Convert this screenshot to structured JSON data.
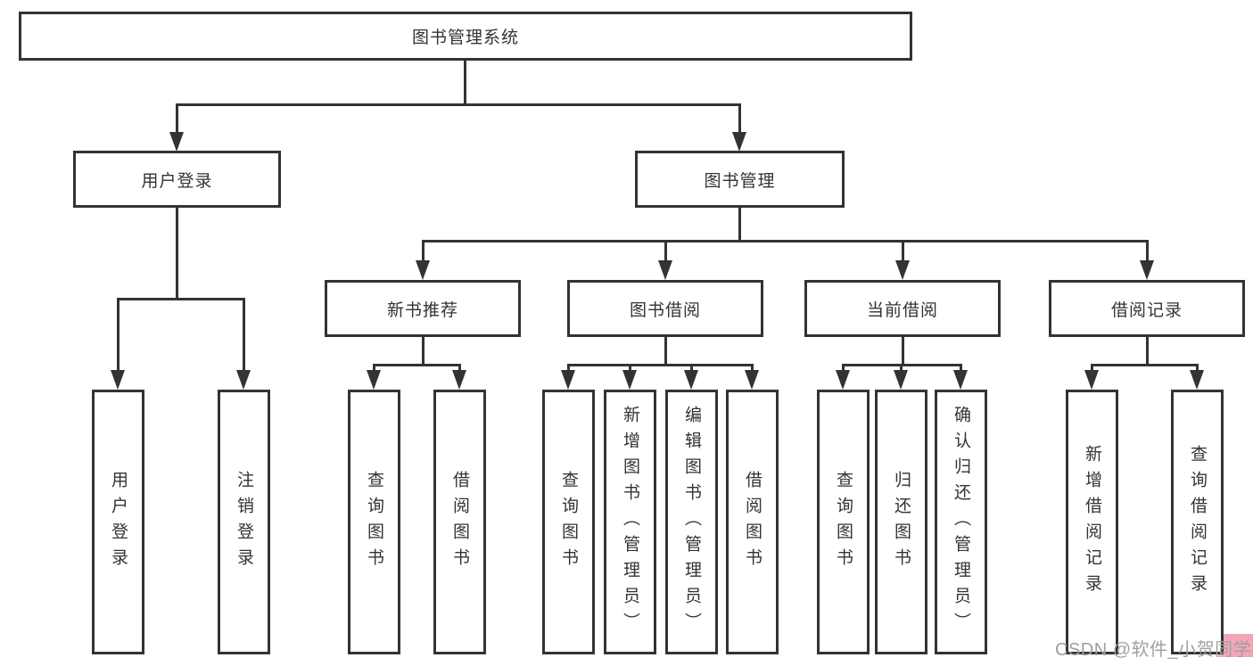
{
  "tree": {
    "label": "图书管理系统",
    "children": [
      {
        "label": "用户登录",
        "children": [
          {
            "label": "用户登录"
          },
          {
            "label": "注销登录"
          }
        ]
      },
      {
        "label": "图书管理",
        "children": [
          {
            "label": "新书推荐",
            "children": [
              {
                "label": "查询图书"
              },
              {
                "label": "借阅图书"
              }
            ]
          },
          {
            "label": "图书借阅",
            "children": [
              {
                "label": "查询图书"
              },
              {
                "label": "新增图书（管理员）"
              },
              {
                "label": "编辑图书（管理员）"
              },
              {
                "label": "借阅图书"
              }
            ]
          },
          {
            "label": "当前借阅",
            "children": [
              {
                "label": "查询图书"
              },
              {
                "label": "归还图书"
              },
              {
                "label": "确认归还（管理员）"
              }
            ]
          },
          {
            "label": "借阅记录",
            "children": [
              {
                "label": "新增借阅记录"
              },
              {
                "label": "查询借阅记录"
              }
            ]
          }
        ]
      }
    ]
  },
  "watermark": {
    "text": "CSDN @软件_小贺同学",
    "highlight_color": "#f3a6b8"
  },
  "colors": {
    "line": "#333333",
    "text": "#333333",
    "background": "#ffffff"
  }
}
